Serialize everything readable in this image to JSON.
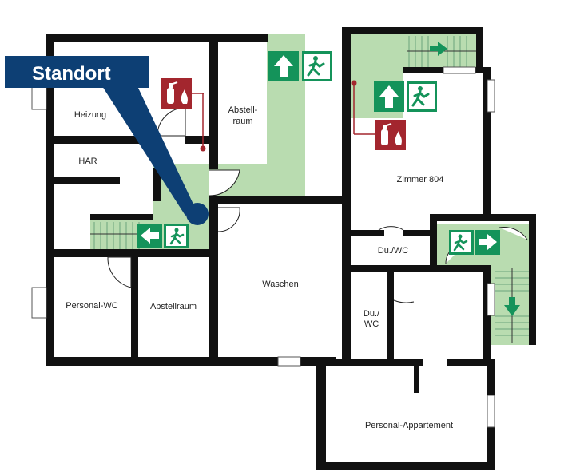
{
  "plan": {
    "standort_label": "Standort",
    "rooms": {
      "heizung": "Heizung",
      "abstell1": "Abstell-",
      "abstell2": "raum",
      "zimmer": "Zimmer 804",
      "har": "HAR",
      "duwc1": "Du./WC",
      "waschen": "Waschen",
      "personal_wc": "Personal-WC",
      "abstellraum": "Abstellraum",
      "duwc2a": "Du./",
      "duwc2b": "WC",
      "appartement": "Personal-Appartement"
    },
    "colors": {
      "wall": "#111111",
      "escape_route": "#b9dcb0",
      "exit_sign": "#14935a",
      "fire_red": "#a3262e",
      "standort_blue": "#0d3f74",
      "stair_line": "#6aa37b"
    },
    "icons": {
      "exit_up_1": "emergency-exit-up-sign",
      "exit_up_2": "emergency-exit-up-sign",
      "exit_left": "emergency-exit-left-sign",
      "exit_right": "emergency-exit-right-sign",
      "stair_arrow_right": "arrow-right-icon",
      "stair_arrow_down": "arrow-down-icon",
      "extinguisher_1": "fire-extinguisher-icon",
      "extinguisher_2": "fire-extinguisher-icon",
      "location_marker": "location-dot-icon"
    }
  }
}
